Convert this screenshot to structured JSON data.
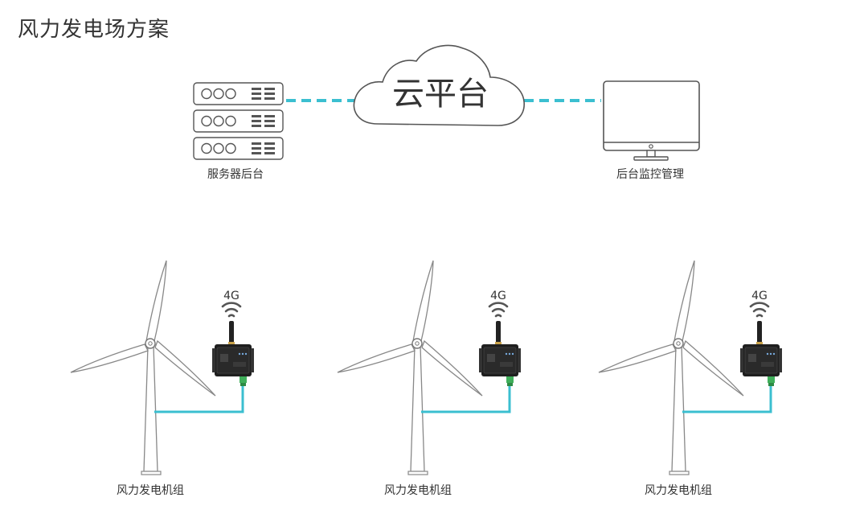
{
  "title": "风力发电场方案",
  "server": {
    "label": "服务器后台"
  },
  "cloud": {
    "label": "云平台"
  },
  "monitor": {
    "label": "后台监控管理"
  },
  "turbines": [
    {
      "label": "风力发电机组",
      "signal": "4G"
    },
    {
      "label": "风力发电机组",
      "signal": "4G"
    },
    {
      "label": "风力发电机组",
      "signal": "4G"
    }
  ],
  "colors": {
    "link": "#3bbfd0",
    "outline": "#555555",
    "blade": "#888888",
    "device": "#222222"
  },
  "icons": [
    "server-rack-icon",
    "cloud-icon",
    "monitor-icon",
    "wind-turbine-icon",
    "wifi-signal-icon",
    "dtu-router-icon"
  ]
}
